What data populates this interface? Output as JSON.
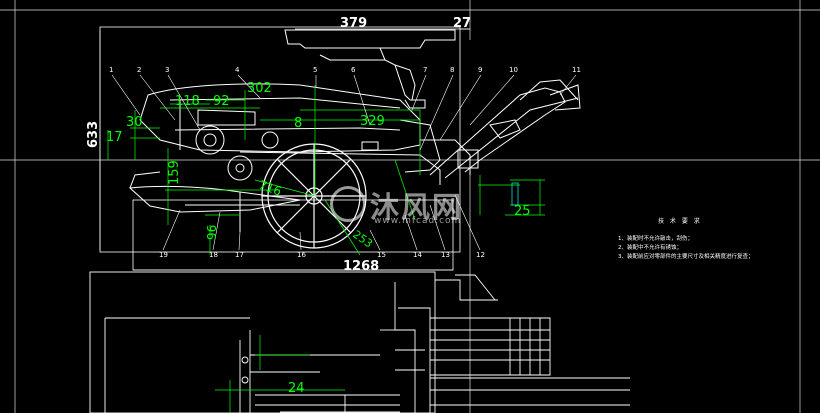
{
  "dims": {
    "d379": "379",
    "d27": "27",
    "d633": "633",
    "d30": "30",
    "d17": "17",
    "d118": "118",
    "d92": "92",
    "d302": "302",
    "d8": "8",
    "d329": "329",
    "d159": "159",
    "d716": "716",
    "d96": "96",
    "d1268": "1268",
    "d25": "25",
    "d24": "24",
    "d253": "253"
  },
  "balloons": [
    "1",
    "2",
    "3",
    "4",
    "5",
    "6",
    "7",
    "8",
    "9",
    "10",
    "11",
    "12",
    "13",
    "14",
    "15",
    "16",
    "17",
    "18",
    "19"
  ],
  "notes": {
    "title": "技 术 要 求",
    "lines": [
      "1、装配时不允许敲击，刮伤；",
      "2、装配中不允许有锈蚀；",
      "3、装配前应对零部件的主要尺寸及相关精度进行复查；"
    ]
  },
  "watermark": {
    "brand": "沐风网",
    "url": "www.mfcad.com"
  },
  "colors": {
    "background": "#000000",
    "outline": "#ffffff",
    "dimension": "#00ff00",
    "dimension_text": "#ffffff"
  }
}
